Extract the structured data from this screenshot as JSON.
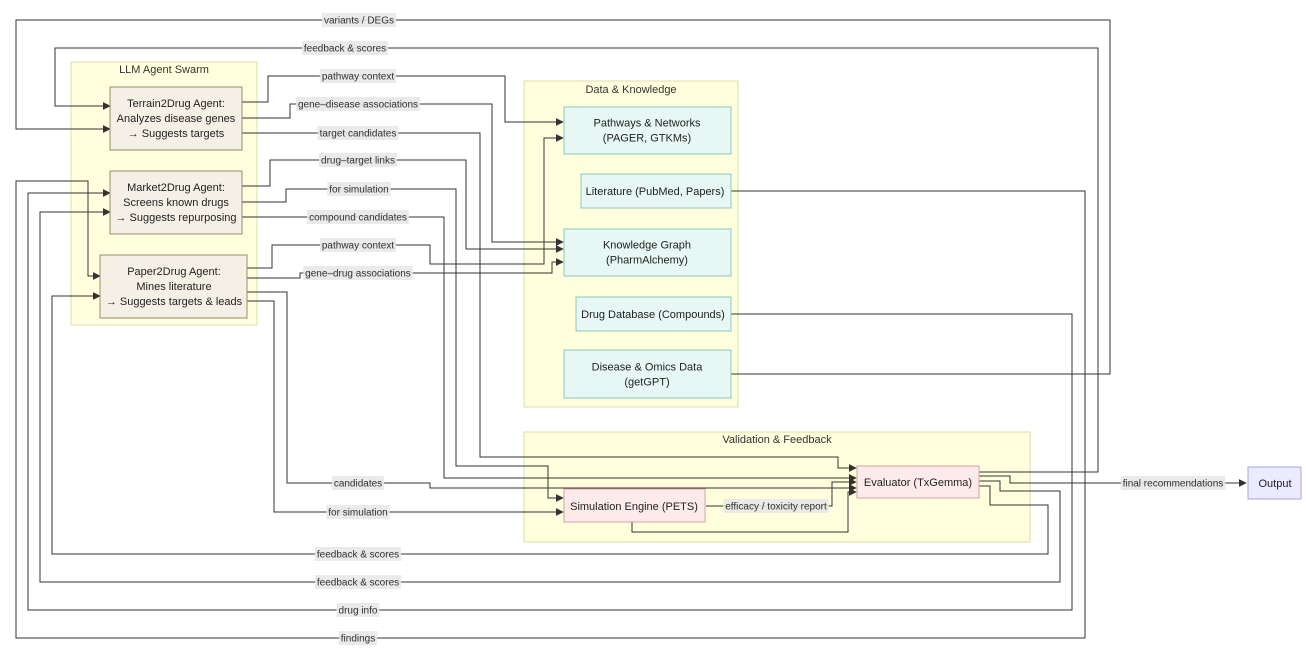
{
  "colors": {
    "cluster_fill": "#ffffde",
    "cluster_stroke": "#dcdca8",
    "agent_fill": "#f5f0e6",
    "agent_stroke": "#9b8a66",
    "data_fill": "#e6f7f4",
    "data_stroke": "#8cc7bb",
    "validation_fill": "#fcebea",
    "validation_stroke": "#d9a29e",
    "output_fill": "#eceaff",
    "output_stroke": "#a9a5e0",
    "edge": "#333333",
    "label_bg": "#e8e8e8"
  },
  "clusters": {
    "agents": {
      "title": "LLM Agent Swarm"
    },
    "data": {
      "title": "Data & Knowledge"
    },
    "validation": {
      "title": "Validation & Feedback"
    }
  },
  "nodes": {
    "terrain": {
      "lines": [
        "Terrain2Drug Agent:",
        "Analyzes disease genes",
        "→ Suggests targets"
      ]
    },
    "market": {
      "lines": [
        "Market2Drug Agent:",
        "Screens known drugs",
        "→ Suggests repurposing"
      ]
    },
    "paper": {
      "lines": [
        "Paper2Drug Agent:",
        "Mines literature",
        "→ Suggests targets & leads"
      ]
    },
    "pathways": {
      "lines": [
        "Pathways & Networks",
        "(PAGER, GTKMs)"
      ]
    },
    "literature": {
      "lines": [
        "Literature (PubMed, Papers)"
      ]
    },
    "kg": {
      "lines": [
        "Knowledge Graph",
        "(PharmAlchemy)"
      ]
    },
    "drugdb": {
      "lines": [
        "Drug Database (Compounds)"
      ]
    },
    "omics": {
      "lines": [
        "Disease & Omics Data",
        "(getGPT)"
      ]
    },
    "simulation": {
      "lines": [
        "Simulation Engine (PETS)"
      ]
    },
    "evaluator": {
      "lines": [
        "Evaluator (TxGemma)"
      ]
    },
    "output": {
      "lines": [
        "Output"
      ]
    }
  },
  "edges": {
    "omics_terrain": {
      "label": "variants / DEGs"
    },
    "eval_terrain": {
      "label": "feedback & scores"
    },
    "terrain_pathways": {
      "label": "pathway context"
    },
    "terrain_kg": {
      "label": "gene–disease associations"
    },
    "terrain_eval": {
      "label": "target candidates"
    },
    "market_kg": {
      "label": "drug–target links"
    },
    "market_sim": {
      "label": "for simulation"
    },
    "market_eval": {
      "label": "compound candidates"
    },
    "paper_pathways": {
      "label": "pathway context"
    },
    "paper_kg": {
      "label": "gene–drug associations"
    },
    "paper_eval": {
      "label": "candidates"
    },
    "paper_sim": {
      "label": "for simulation"
    },
    "sim_eval": {
      "label": "efficacy / toxicity report"
    },
    "eval_output": {
      "label": "final recommendations"
    },
    "eval_paper": {
      "label": "feedback & scores"
    },
    "eval_market": {
      "label": "feedback & scores"
    },
    "drugdb_market": {
      "label": "drug info"
    },
    "literature_paper": {
      "label": "findings"
    }
  }
}
